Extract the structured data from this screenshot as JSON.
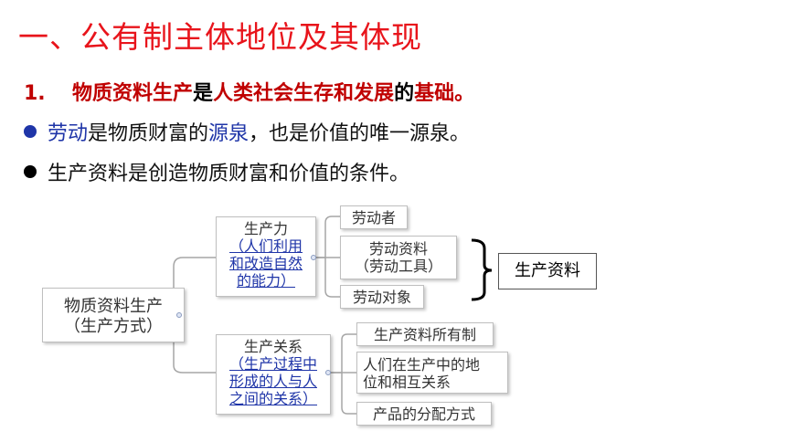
{
  "heading": {
    "title": "一、公有制主体地位及其体现"
  },
  "point1": {
    "number": "1.",
    "part_a": "物质资料生产",
    "part_b": "是",
    "part_c": "人类社会生存和发展",
    "part_d": "的",
    "part_e": "基础。"
  },
  "bullets": [
    {
      "highlight1": "劳动",
      "text1": "是物质财富的",
      "highlight2": "源泉",
      "text2": "，也是价值的唯一源泉。"
    },
    {
      "text": "生产资料是创造物质财富和价值的条件。"
    }
  ],
  "diagram": {
    "root": {
      "line1": "物质资料生产",
      "line2": "（生产方式）"
    },
    "forces": {
      "title": "生产力",
      "sub1": "（人们利用",
      "sub2": "和改造自然",
      "sub3": "的能力）"
    },
    "relations": {
      "title": "生产关系",
      "sub1": "（生产过程中",
      "sub2": "形成的人与人",
      "sub3": "之间的关系）"
    },
    "force_items": [
      {
        "line1": "劳动者"
      },
      {
        "line1": "劳动资料",
        "line2": "（劳动工具）"
      },
      {
        "line1": "劳动对象"
      }
    ],
    "relation_items": [
      {
        "line1": "生产资料所有制"
      },
      {
        "line1": "人们在生产中的地",
        "line2": "位和相互关系"
      },
      {
        "line1": "产品的分配方式"
      }
    ],
    "means_label": "生产资料"
  }
}
